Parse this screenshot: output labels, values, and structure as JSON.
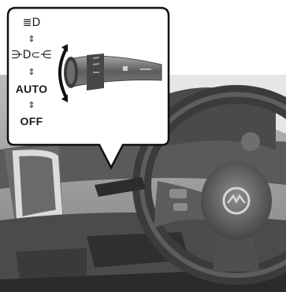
{
  "modes": [
    {
      "kind": "icon",
      "icon": "headlight-high-beam-icon",
      "text": "≣D"
    },
    {
      "kind": "arrow",
      "text": "⇕"
    },
    {
      "kind": "icon",
      "icon": "parking-light-icon",
      "text": "⋺D⊂⋲"
    },
    {
      "kind": "arrow",
      "text": "⇕"
    },
    {
      "kind": "label",
      "text": "AUTO"
    },
    {
      "kind": "arrow",
      "text": "⇕"
    },
    {
      "kind": "label",
      "text": "OFF"
    }
  ],
  "colors": {
    "photo_dark": "#3a3a3a",
    "photo_mid": "#9a9a9a",
    "photo_light": "#d9d9d9",
    "callout_border": "#111111",
    "text": "#1a1a1a"
  }
}
